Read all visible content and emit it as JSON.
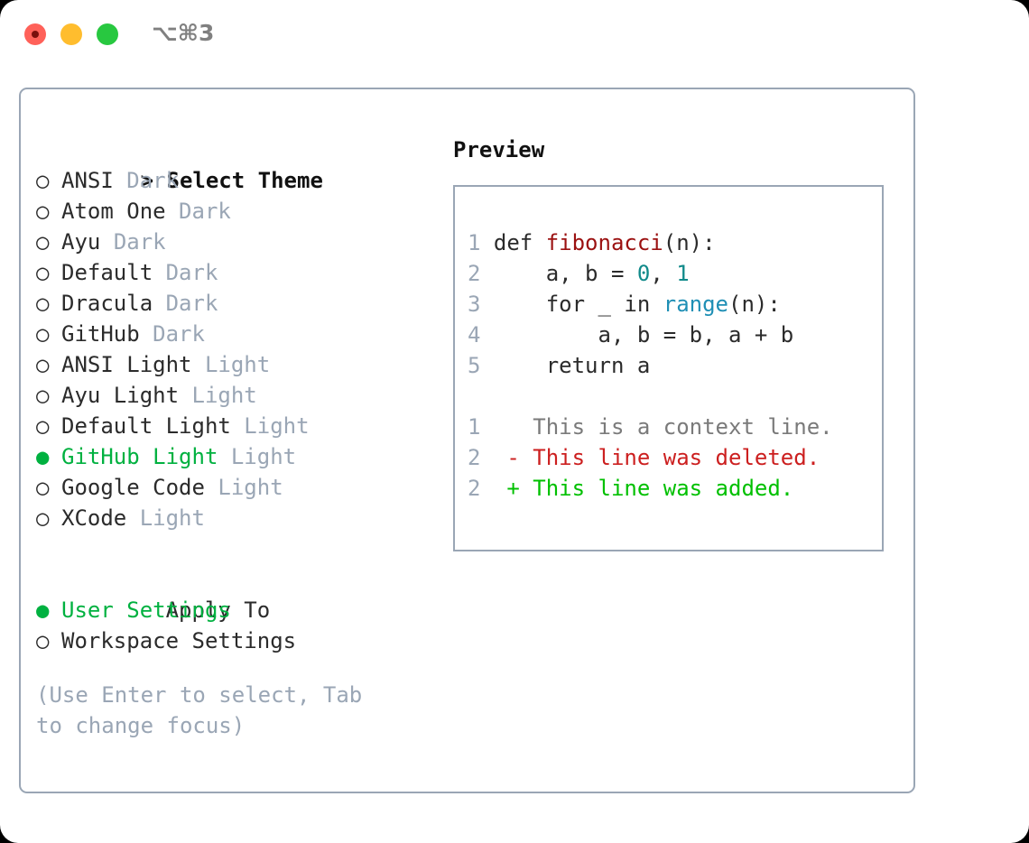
{
  "titlebar": {
    "shortcut": "⌥⌘3",
    "lights": [
      {
        "name": "close",
        "color": "#ff6159"
      },
      {
        "name": "minimize",
        "color": "#ffbd2e"
      },
      {
        "name": "maximize",
        "color": "#28c840"
      }
    ]
  },
  "theme_section": {
    "header_prefix": "> ",
    "header": "Select Theme",
    "marker_selected": "●",
    "marker_unselected": "○",
    "items": [
      {
        "name": "ANSI",
        "variant": "Dark",
        "selected": false
      },
      {
        "name": "Atom One",
        "variant": "Dark",
        "selected": false
      },
      {
        "name": "Ayu",
        "variant": "Dark",
        "selected": false
      },
      {
        "name": "Default",
        "variant": "Dark",
        "selected": false
      },
      {
        "name": "Dracula",
        "variant": "Dark",
        "selected": false
      },
      {
        "name": "GitHub",
        "variant": "Dark",
        "selected": false
      },
      {
        "name": "ANSI Light",
        "variant": "Light",
        "selected": false
      },
      {
        "name": "Ayu Light",
        "variant": "Light",
        "selected": false
      },
      {
        "name": "Default Light",
        "variant": "Light",
        "selected": false
      },
      {
        "name": "GitHub Light",
        "variant": "Light",
        "selected": true
      },
      {
        "name": "Google Code",
        "variant": "Light",
        "selected": false
      },
      {
        "name": "XCode",
        "variant": "Light",
        "selected": false
      }
    ]
  },
  "apply_section": {
    "header": "Apply To",
    "items": [
      {
        "name": "User Settings",
        "selected": true
      },
      {
        "name": "Workspace Settings",
        "selected": false
      }
    ]
  },
  "help_text": "(Use Enter to select, Tab to change focus)",
  "preview": {
    "title": "Preview",
    "code_lines": [
      {
        "no": "1",
        "tokens": [
          {
            "t": "def ",
            "c": "plain"
          },
          {
            "t": "fibonacci",
            "c": "func"
          },
          {
            "t": "(n):",
            "c": "plain"
          }
        ]
      },
      {
        "no": "2",
        "tokens": [
          {
            "t": "    a, b = ",
            "c": "plain"
          },
          {
            "t": "0",
            "c": "num"
          },
          {
            "t": ", ",
            "c": "plain"
          },
          {
            "t": "1",
            "c": "num"
          }
        ]
      },
      {
        "no": "3",
        "tokens": [
          {
            "t": "    for _ in ",
            "c": "plain"
          },
          {
            "t": "range",
            "c": "call"
          },
          {
            "t": "(n):",
            "c": "plain"
          }
        ]
      },
      {
        "no": "4",
        "tokens": [
          {
            "t": "        a, b = b, a + b",
            "c": "plain"
          }
        ]
      },
      {
        "no": "5",
        "tokens": [
          {
            "t": "    return a",
            "c": "plain"
          }
        ]
      }
    ],
    "diff_lines": [
      {
        "no": "1",
        "sign": " ",
        "text": " This is a context line.",
        "kind": "ctx"
      },
      {
        "no": "2",
        "sign": "-",
        "text": " This line was deleted.",
        "kind": "del"
      },
      {
        "no": "2",
        "sign": "+",
        "text": " This line was added.",
        "kind": "add"
      }
    ]
  },
  "colors": {
    "accent_green": "#00b140",
    "muted": "#9aa6b5",
    "text": "#2b2b2b",
    "diff_add": "#00c000",
    "diff_del": "#cc1f1f",
    "syntax_func": "#9b1111",
    "syntax_num": "#118a8a",
    "syntax_call": "#1f8fb5"
  }
}
